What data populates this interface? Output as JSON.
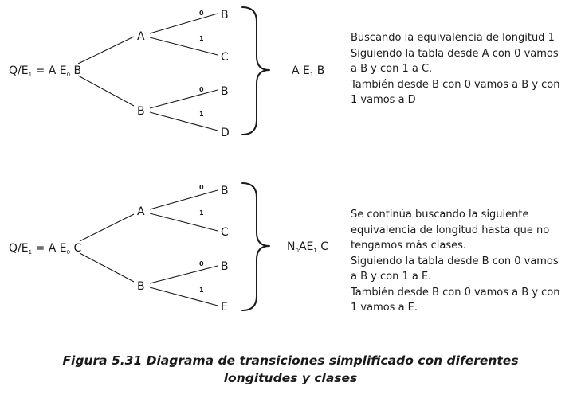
{
  "diagram_top": {
    "root": {
      "main": "Q/E",
      "sub": "1",
      "rest_a": " = A E",
      "rest_sub": "0",
      "rest_b": " B"
    },
    "nodes": {
      "a": "A",
      "b": "B",
      "b1": "B",
      "c1": "C",
      "b2": "B",
      "d2": "D"
    },
    "edge_bits": {
      "zero": "0",
      "one": "1"
    },
    "result": {
      "a": "A E",
      "sub": "1",
      "b": " B"
    },
    "note_lines": [
      "Buscando la equivalencia de longitud 1",
      "Siguiendo la tabla desde A con 0 vamos",
      "a B y con 1 a C.",
      "También desde B con 0 vamos a B y con",
      "1 vamos a D"
    ]
  },
  "diagram_bottom": {
    "root": {
      "main": "Q/E",
      "sub": "1",
      "rest_a": " = A E",
      "rest_sub": "0",
      "rest_b": " C"
    },
    "nodes": {
      "a": "A",
      "b": "B",
      "b1": "B",
      "c1": "C",
      "b2": "B",
      "e2": "E"
    },
    "edge_bits": {
      "zero": "0",
      "one": "1"
    },
    "result": {
      "a": "N",
      "sub0": "0",
      "b": "AE",
      "sub1": "1",
      "c": " C"
    },
    "note_lines": [
      "Se continúa buscando la siguiente",
      "equivalencia de longitud hasta que no",
      "tengamos más clases.",
      "Siguiendo la tabla desde B con 0 vamos",
      "a B y con 1 a E.",
      "También desde B con 0 vamos a B y con",
      "1 vamos a E."
    ]
  },
  "caption": {
    "line1": "Figura 5.31 Diagrama de transiciones simplificado con diferentes",
    "line2": "longitudes y clases"
  }
}
